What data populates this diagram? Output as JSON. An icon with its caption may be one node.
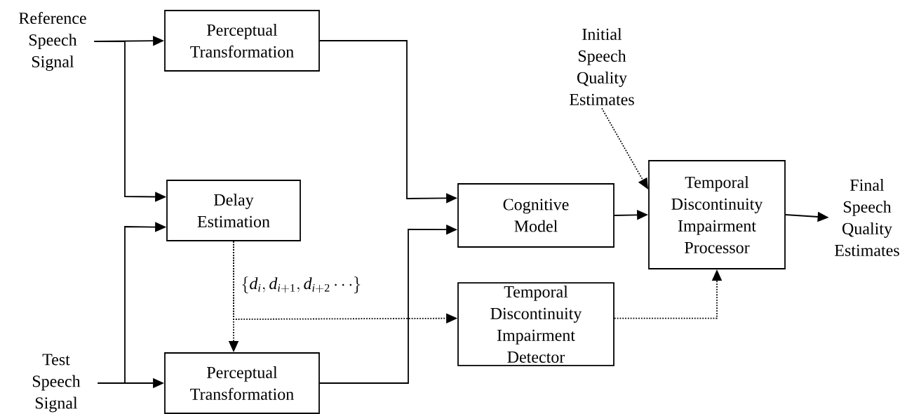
{
  "diagram": {
    "nodes": [
      {
        "text": [
          "Reference Speech Signal"
        ]
      },
      {
        "text": [
          "Perceptual Transformation"
        ]
      },
      {
        "text": [
          "Delay Estimation"
        ]
      },
      {
        "text": [
          "Test Speech Signal"
        ]
      },
      {
        "text": [
          "Perceptual Transformation"
        ]
      },
      {
        "text": [
          "Cognitive Model"
        ]
      },
      {
        "text": [
          "Initial Speech Quality Estimates"
        ]
      },
      {
        "text": [
          "Temporal Discontinuity Impairment Processor"
        ]
      },
      {
        "text": [
          "Final Speech Quality Estimates"
        ]
      },
      {
        "text": [
          "Temporal Discontinuity Impairment Detector"
        ]
      }
    ],
    "edges": [
      {
        "from": 0,
        "to": 1,
        "arrow": "to"
      },
      {
        "from": 0,
        "to": 2,
        "arrow": "to"
      },
      {
        "from": 3,
        "to": 4,
        "arrow": "to"
      },
      {
        "from": 3,
        "to": 2,
        "arrow": "to"
      },
      {
        "from": 1,
        "to": 5,
        "arrow": "to"
      },
      {
        "from": 4,
        "to": 5,
        "arrow": "to"
      },
      {
        "from": 2,
        "to": 4,
        "arrow": "to",
        "style": "dashed",
        "label": "\\left\\{d_i,d_{i+1},d_{i+2}\\cdots\\right\\}"
      },
      {
        "from": 2,
        "to": 9,
        "arrow": "to",
        "style": "dashed"
      },
      {
        "from": 9,
        "to": 7,
        "arrow": "to",
        "style": "dashed"
      },
      {
        "from": 6,
        "to": 7,
        "arrow": "to",
        "style": "dashed"
      },
      {
        "from": 5,
        "to": 7,
        "arrow": "to"
      },
      {
        "from": 7,
        "to": 8,
        "arrow": "to"
      }
    ]
  }
}
